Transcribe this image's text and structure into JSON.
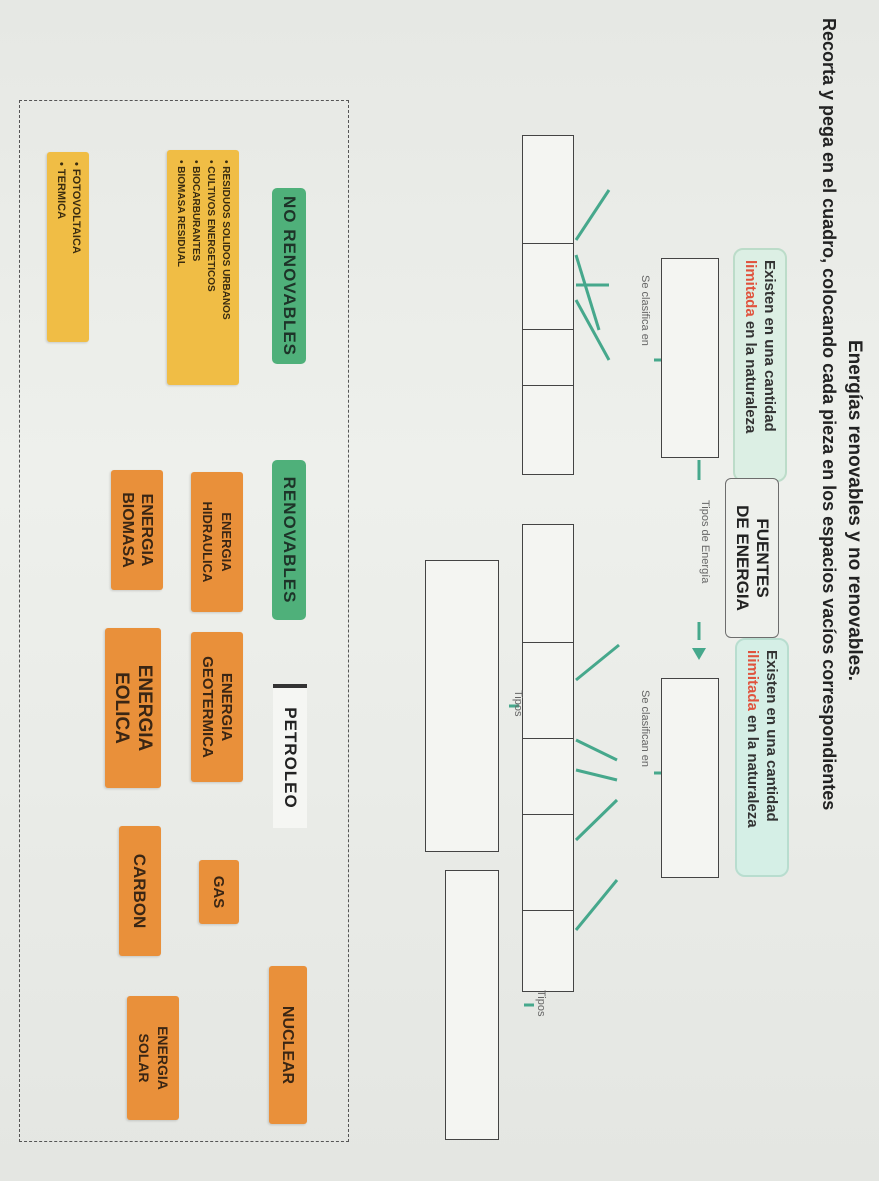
{
  "header": {
    "title": "Energías renovables y no renovables.",
    "instruction": "Recorta y pega en el cuadro, colocando cada pieza en los espacios vacíos correspondientes"
  },
  "diagram": {
    "center": {
      "line1": "FUENTES",
      "line2": "DE ENERGIA"
    },
    "left_bubble": {
      "line1": "Existen en una cantidad",
      "highlight": "limitada",
      "rest": " en la naturaleza"
    },
    "right_bubble": {
      "line1": "Existen en una cantidad",
      "highlight": "ilimitada",
      "rest": " en la naturaleza"
    },
    "arrow_label": "Tipos de Energía",
    "left_classify": "Se clasifica en",
    "right_classify": "Se clasifican en",
    "tipos_a": "Tipos",
    "tipos_b": "Tipos"
  },
  "pieces": {
    "no_renovables": "NO RENOVABLES",
    "renovables": "RENOVABLES",
    "petroleo": "PETROLEO",
    "nuclear": "NUCLEAR",
    "hidraulica": {
      "line1": "ENERGIA",
      "line2": "HIDRAULICA"
    },
    "biomasa": {
      "line1": "ENERGIA",
      "line2": "BIOMASA"
    },
    "geotermica": {
      "line1": "ENERGIA",
      "line2": "GEOTERMICA"
    },
    "eolica": {
      "line1": "ENERGIA",
      "line2": "EOLICA"
    },
    "gas": "GAS",
    "carbon": "CARBON",
    "solar": {
      "line1": "ENERGIA",
      "line2": "SOLAR"
    },
    "biomasa_list": [
      "• RESIDUOS SOLIDOS URBANOS",
      "• CULTIVOS ENERGETICOS",
      "• BIOCARBURANTES",
      "• BIOMASA RESIDUAL"
    ],
    "solar_list": [
      "• FOTOVOLTAICA",
      "• TERMICA"
    ]
  },
  "colors": {
    "green": "#4fb07a",
    "orange": "#e9903a",
    "yellow": "#f0bd45",
    "teal_line": "#46a88c"
  }
}
